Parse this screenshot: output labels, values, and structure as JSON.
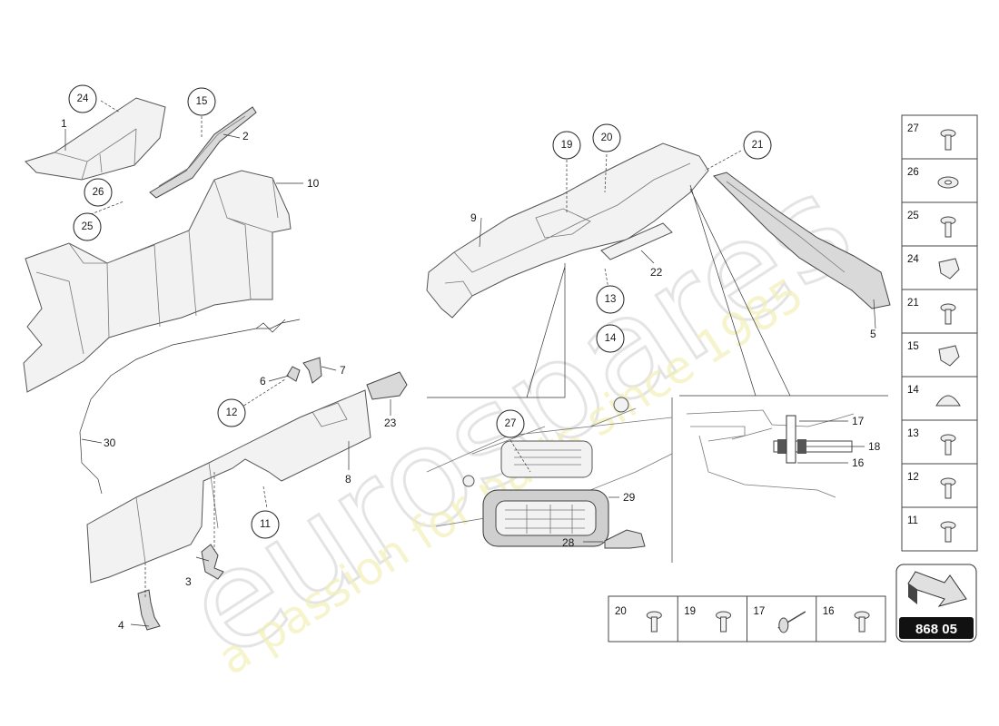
{
  "watermark": {
    "brand": "eurospares",
    "tagline": "a passion for parts since 1985"
  },
  "callouts": {
    "p1": "1",
    "p2": "2",
    "p3": "3",
    "p4": "4",
    "p5": "5",
    "p6": "6",
    "p7": "7",
    "p8": "8",
    "p9": "9",
    "p10": "10",
    "p16": "16",
    "p17": "17",
    "p18": "18",
    "p22": "22",
    "p23": "23",
    "p28": "28",
    "p29": "29",
    "p30": "30"
  },
  "bubbles": {
    "b11": "11",
    "b12": "12",
    "b13": "13",
    "b14": "14",
    "b15": "15",
    "b19": "19",
    "b20": "20",
    "b21": "21",
    "b24": "24",
    "b25": "25",
    "b26": "26",
    "b27": "27"
  },
  "side_panel": [
    "27",
    "26",
    "25",
    "24",
    "21",
    "15",
    "14",
    "13",
    "12",
    "11"
  ],
  "bottom_panel": [
    "20",
    "19",
    "17",
    "16"
  ],
  "page_badge": "868 05",
  "colors": {
    "badge_bg": "#111111",
    "watermark_yellow": "#f3f0b8",
    "watermark_gray": "#e4e4e4"
  }
}
